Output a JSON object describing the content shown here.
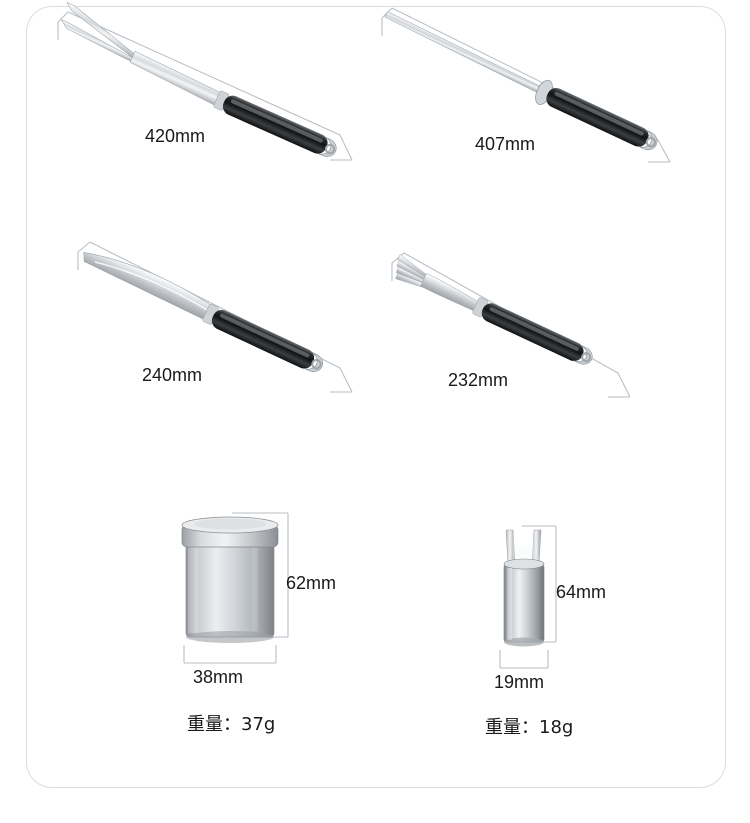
{
  "page": {
    "background": "#ffffff",
    "card_border_color": "#d9dde2"
  },
  "products": [
    {
      "id": "carving-fork",
      "name": "two-prong carving fork",
      "dimension": "420mm",
      "weight": ""
    },
    {
      "id": "sharpening-steel",
      "name": "sharpening steel rod",
      "dimension": "407mm",
      "weight": ""
    },
    {
      "id": "steak-knife",
      "name": "steak knife",
      "dimension": "240mm",
      "weight": ""
    },
    {
      "id": "dinner-fork",
      "name": "dinner fork",
      "dimension": "232mm",
      "weight": ""
    },
    {
      "id": "shaker-canister",
      "name": "stainless shaker canister",
      "dimension_height": "62mm",
      "dimension_width": "38mm",
      "weight": "重量：37g"
    },
    {
      "id": "corer-tube",
      "name": "stainless corer tube",
      "dimension_height": "64mm",
      "dimension_width": "19mm",
      "weight": "重量：18g"
    }
  ],
  "labels": {
    "fork_420": "420mm",
    "steel_407": "407mm",
    "knife_240": "240mm",
    "fork_232": "232mm",
    "canister_height": "62mm",
    "canister_width": "38mm",
    "canister_weight": "重量：37g",
    "tube_height": "64mm",
    "tube_width": "19mm",
    "tube_weight": "重量：18g"
  },
  "colors": {
    "metal_light": "#e8eaec",
    "metal_mid": "#b6bbc0",
    "metal_dark": "#3a3d40",
    "handle_dark": "#1c1d1f",
    "guide_line": "#b9bfc6"
  }
}
